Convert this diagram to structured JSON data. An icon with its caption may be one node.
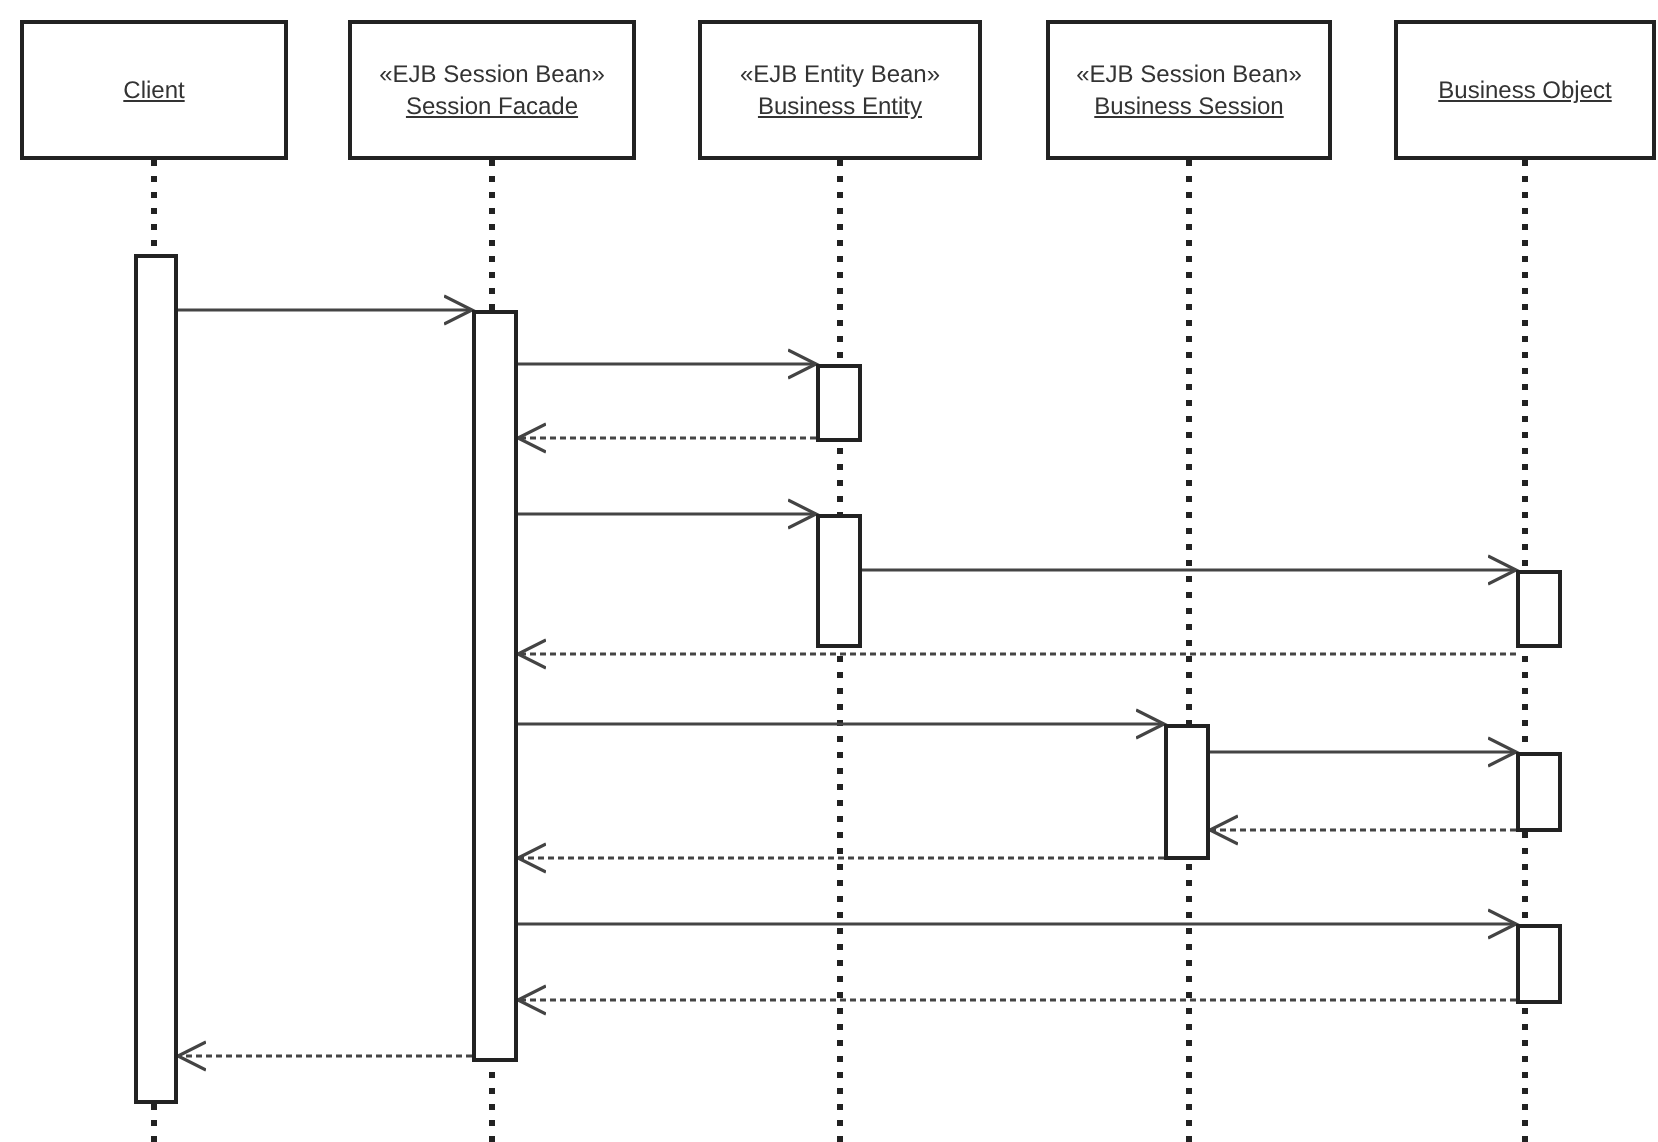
{
  "diagram": {
    "nodes": [
      {
        "text": [
          "Client"
        ]
      },
      {
        "text": [
          "«EJB Session Bean»",
          "Session Facade"
        ]
      },
      {
        "text": [
          "«EJB Entity Bean»",
          "Business Entity"
        ]
      },
      {
        "text": [
          "«EJB Session Bean»",
          "Business Session"
        ]
      },
      {
        "text": [
          "Business Object"
        ]
      },
      {
        "text": [],
        "shape": "bar"
      },
      {
        "text": [],
        "shape": "bar"
      },
      {
        "text": [],
        "shape": "bar"
      },
      {
        "text": [],
        "shape": "bar"
      },
      {
        "text": [],
        "shape": "bar"
      },
      {
        "text": [],
        "shape": "bar"
      },
      {
        "text": [],
        "shape": "bar"
      },
      {
        "text": [],
        "shape": "bar"
      }
    ],
    "edges": [
      {
        "from": 5,
        "to": 6,
        "arrow": "to"
      },
      {
        "from": 6,
        "to": 7,
        "arrow": "to"
      },
      {
        "from": 7,
        "to": 6,
        "arrow": "to",
        "style": "dashed"
      },
      {
        "from": 6,
        "to": 8,
        "arrow": "to"
      },
      {
        "from": 8,
        "to": 10,
        "arrow": "to"
      },
      {
        "from": 10,
        "to": 6,
        "arrow": "to",
        "style": "dashed"
      },
      {
        "from": 6,
        "to": 9,
        "arrow": "to"
      },
      {
        "from": 9,
        "to": 11,
        "arrow": "to"
      },
      {
        "from": 11,
        "to": 9,
        "arrow": "to",
        "style": "dashed"
      },
      {
        "from": 9,
        "to": 6,
        "arrow": "to",
        "style": "dashed"
      },
      {
        "from": 6,
        "to": 12,
        "arrow": "to"
      },
      {
        "from": 12,
        "to": 6,
        "arrow": "to",
        "style": "dashed"
      },
      {
        "from": 6,
        "to": 5,
        "arrow": "to",
        "style": "dashed"
      }
    ]
  }
}
